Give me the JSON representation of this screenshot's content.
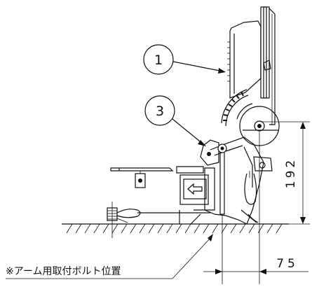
{
  "callouts": {
    "part_1": "1",
    "part_3": "3"
  },
  "dimensions": {
    "height": "192",
    "offset": "75"
  },
  "note": "※アーム用取付ボルト位置",
  "icons": {
    "direction_arrow": "arrow-left-icon",
    "bolt": "bolt-icon"
  }
}
